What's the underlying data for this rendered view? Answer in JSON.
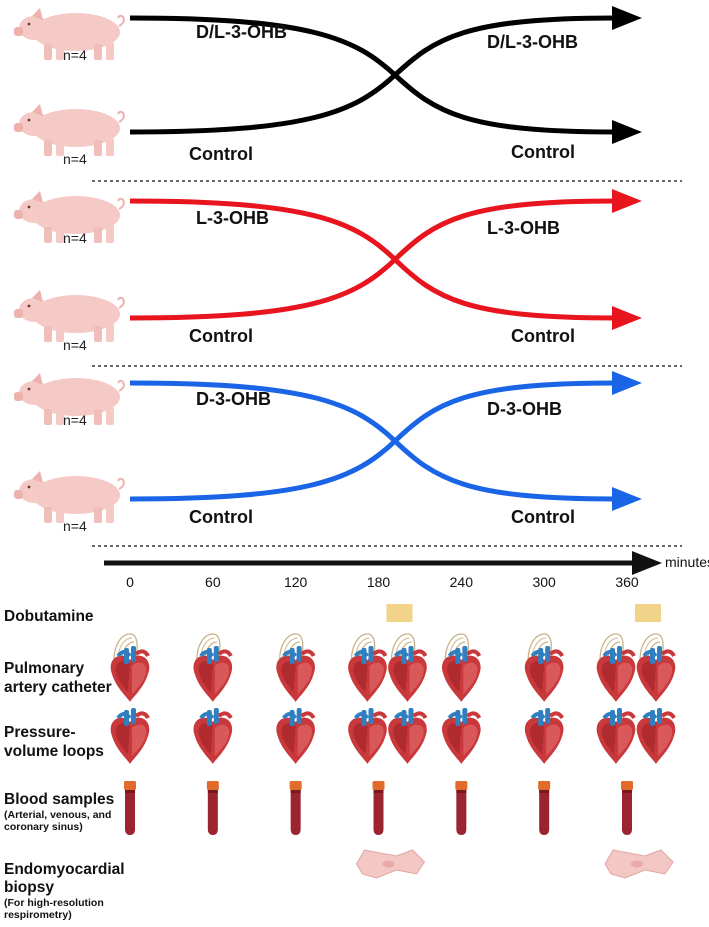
{
  "panels": [
    {
      "color": "#000000",
      "top_n": "n=4",
      "bottom_n": "n=4",
      "top_left": "D/L-3-OHB",
      "top_right": "D/L-3-OHB",
      "bottom_left": "Control",
      "bottom_right": "Control"
    },
    {
      "color": "#e8141e",
      "top_n": "n=4",
      "bottom_n": "n=4",
      "top_left": "L-3-OHB",
      "top_right": "L-3-OHB",
      "bottom_left": "Control",
      "bottom_right": "Control"
    },
    {
      "color": "#1a64e6",
      "top_n": "n=4",
      "bottom_n": "n=4",
      "top_left": "D-3-OHB",
      "top_right": "D-3-OHB",
      "bottom_left": "Control",
      "bottom_right": "Control"
    }
  ],
  "timeline": {
    "unit": "minutes",
    "ticks": [
      "0",
      "60",
      "120",
      "180",
      "240",
      "300",
      "360"
    ]
  },
  "rows": {
    "dobutamine": {
      "label": "Dobutamine",
      "color": "#f2d38a",
      "at": [
        180,
        360
      ]
    },
    "pac": {
      "label_lines": [
        "Pulmonary",
        "artery catheter"
      ],
      "at": [
        0,
        60,
        120,
        180,
        180,
        240,
        300,
        360,
        360
      ]
    },
    "pv": {
      "label_lines": [
        "Pressure-",
        "volume loops"
      ],
      "at": [
        0,
        60,
        120,
        180,
        180,
        240,
        300,
        360,
        360
      ]
    },
    "blood": {
      "label": "Blood samples",
      "sub_lines": [
        "(Arterial, venous, and",
        "coronary sinus)"
      ],
      "at": [
        0,
        60,
        120,
        180,
        240,
        300,
        360
      ]
    },
    "biopsy": {
      "label_lines": [
        "Endomyocardial",
        "biopsy"
      ],
      "sub_lines": [
        "(For high-resolution",
        "respirometry)"
      ],
      "at": [
        180,
        360
      ]
    }
  }
}
